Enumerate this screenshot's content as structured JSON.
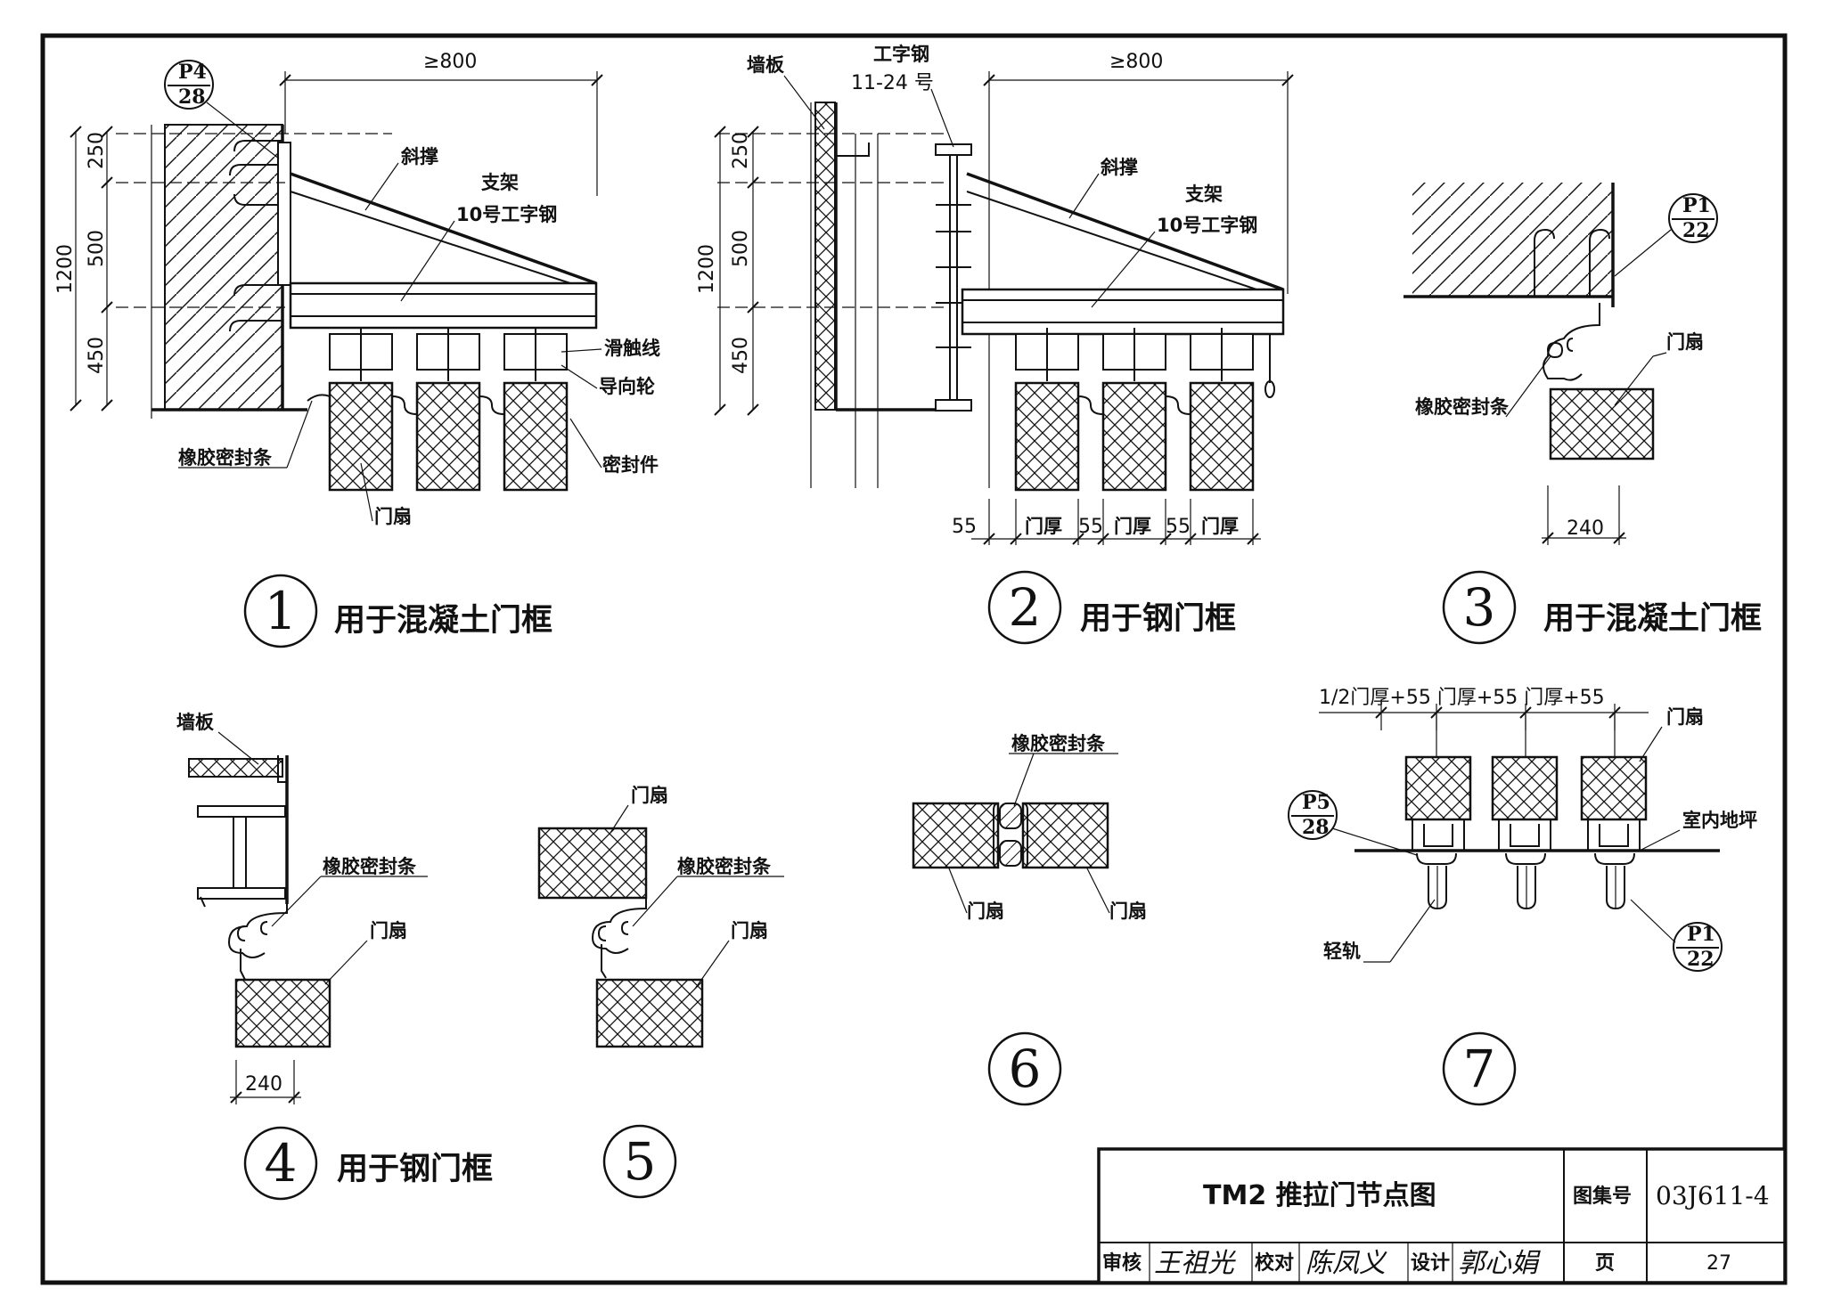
{
  "details": [
    {
      "number": "1",
      "caption": "用于混凝土门框"
    },
    {
      "number": "2",
      "caption": "用于钢门框"
    },
    {
      "number": "3",
      "caption": "用于混凝土门框"
    },
    {
      "number": "4",
      "caption": "用于钢门框"
    },
    {
      "number": "5",
      "caption": ""
    },
    {
      "number": "6",
      "caption": ""
    },
    {
      "number": "7",
      "caption": ""
    }
  ],
  "labels": {
    "ge800": "≥800",
    "xiecheng": "斜撑",
    "zhijia": "支架",
    "beam10": "10号工字钢",
    "huachuxian": "滑触线",
    "daoxianglun": "导向轮",
    "rubber_seal": "橡胶密封条",
    "seal_part": "密封件",
    "door_leaf": "门扇",
    "wall_panel": "墙板",
    "ibeam": "工字钢",
    "ibeam_range": "11-24 号",
    "indoor_floor": "室内地坪",
    "light_rail": "轻轨",
    "door_thk": "门厚",
    "d7_dims": "1/2门厚+55 门厚+55 门厚+55"
  },
  "dims": {
    "d250": "250",
    "d500": "500",
    "d1200": "1200",
    "d450": "450",
    "d55": "55",
    "d240": "240"
  },
  "refs": {
    "p4": {
      "top": "P4",
      "bottom": "28"
    },
    "p1": {
      "top": "P1",
      "bottom": "22"
    },
    "p5": {
      "top": "P5",
      "bottom": "28"
    }
  },
  "title_block": {
    "title": "TM2  推拉门节点图",
    "atlas_label": "图集号",
    "atlas_no": "03J611-4",
    "review_label": "审核",
    "review_sig": "王祖光",
    "check_label": "校对",
    "check_sig": "陈凤义",
    "design_label": "设计",
    "design_sig": "郭心娟",
    "page_label": "页",
    "page_no": "27"
  },
  "colors": {
    "ink": "#111111",
    "paper": "#ffffff"
  }
}
